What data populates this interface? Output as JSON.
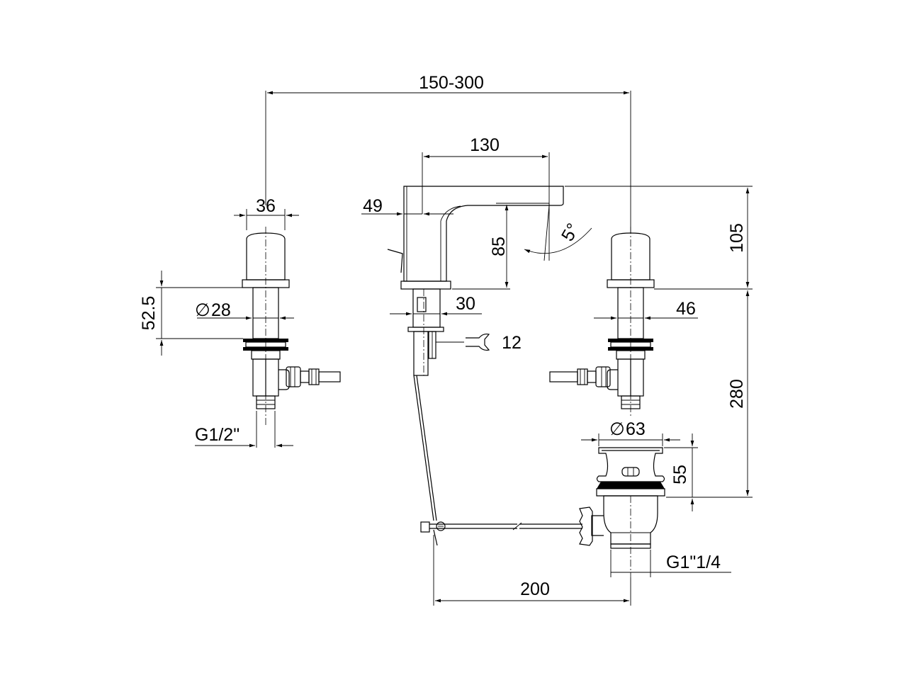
{
  "dimensions": {
    "spread": "150-300",
    "spout_length": "130",
    "handle_width": "36",
    "spout_offset": "49",
    "spout_height": "85",
    "spout_angle": "5°",
    "total_height_top": "105",
    "body_dia": "28",
    "body_height": "52.5",
    "base_width": "30",
    "wrench_size": "12",
    "right_width": "46",
    "deck_height": "280",
    "valve_thread": "G1/2\"",
    "waste_dia": "63",
    "waste_height": "55",
    "waste_thread": "G1\"1/4",
    "rod_length": "200"
  },
  "symbols": {
    "diameter": "∅"
  }
}
